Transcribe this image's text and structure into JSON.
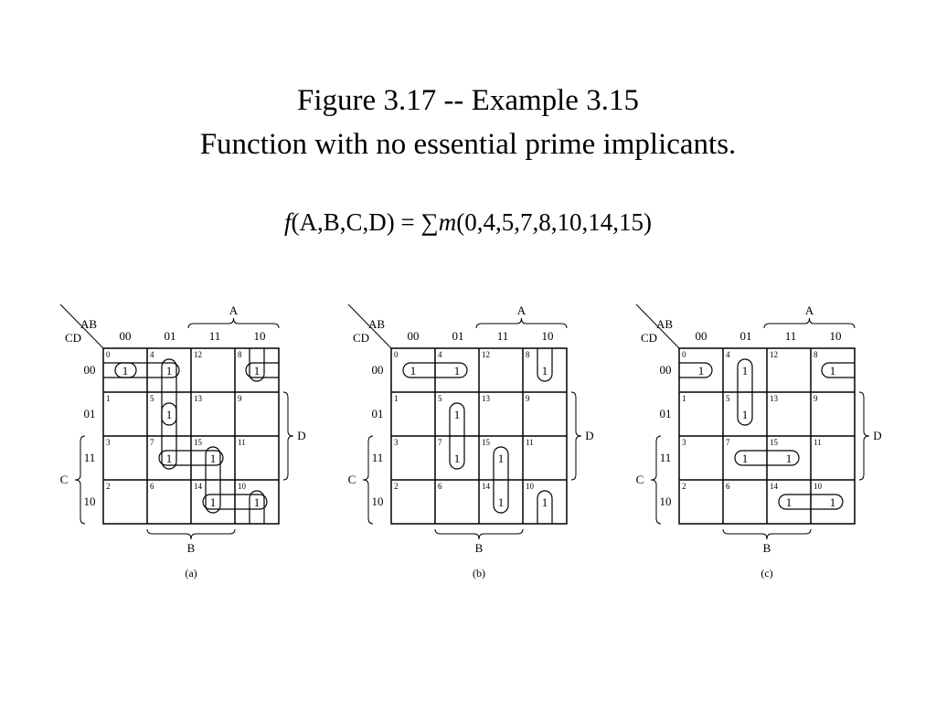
{
  "title_line1": "Figure 3.17 -- Example 3.15",
  "title_line2": "Function with no essential prime implicants.",
  "formula": {
    "f": "f",
    "args": "(A,B,C,D) = ",
    "sigma": "∑",
    "m": "m",
    "minterms": "(0,4,5,7,8,10,14,15)"
  },
  "kmap": {
    "row_var": "CD",
    "col_var": "AB",
    "col_codes": [
      "00",
      "01",
      "11",
      "10"
    ],
    "row_codes": [
      "00",
      "01",
      "11",
      "10"
    ],
    "cell_indices": [
      [
        "0",
        "4",
        "12",
        "8"
      ],
      [
        "1",
        "5",
        "13",
        "9"
      ],
      [
        "3",
        "7",
        "15",
        "11"
      ],
      [
        "2",
        "6",
        "14",
        "10"
      ]
    ],
    "ones": [
      [
        0,
        0
      ],
      [
        0,
        1
      ],
      [
        0,
        3
      ],
      [
        1,
        1
      ],
      [
        2,
        1
      ],
      [
        2,
        2
      ],
      [
        3,
        2
      ],
      [
        3,
        3
      ]
    ],
    "one_label": "1",
    "var_labels": {
      "A": "A",
      "B": "B",
      "C": "C",
      "D": "D"
    }
  },
  "maps": [
    {
      "caption": "(a)",
      "groups": [
        {
          "cells": [
            [
              0,
              0
            ],
            [
              0,
              1
            ]
          ],
          "wrap": "none"
        },
        {
          "cells": [
            [
              0,
              1
            ],
            [
              1,
              1
            ]
          ],
          "wrap": "none"
        },
        {
          "cells": [
            [
              1,
              1
            ],
            [
              2,
              1
            ]
          ],
          "wrap": "none"
        },
        {
          "cells": [
            [
              2,
              1
            ],
            [
              2,
              2
            ]
          ],
          "wrap": "none"
        },
        {
          "cells": [
            [
              2,
              2
            ],
            [
              3,
              2
            ]
          ],
          "wrap": "none"
        },
        {
          "cells": [
            [
              3,
              2
            ],
            [
              3,
              3
            ]
          ],
          "wrap": "none"
        },
        {
          "cells": [
            [
              0,
              3
            ],
            [
              3,
              3
            ]
          ],
          "wrap": "vertical"
        },
        {
          "cells": [
            [
              0,
              0
            ],
            [
              0,
              3
            ]
          ],
          "wrap": "horizontal"
        }
      ]
    },
    {
      "caption": "(b)",
      "groups": [
        {
          "cells": [
            [
              0,
              0
            ],
            [
              0,
              1
            ]
          ],
          "wrap": "none"
        },
        {
          "cells": [
            [
              1,
              1
            ],
            [
              2,
              1
            ]
          ],
          "wrap": "none"
        },
        {
          "cells": [
            [
              2,
              2
            ],
            [
              3,
              2
            ]
          ],
          "wrap": "none"
        },
        {
          "cells": [
            [
              0,
              3
            ],
            [
              3,
              3
            ]
          ],
          "wrap": "vertical"
        }
      ]
    },
    {
      "caption": "(c)",
      "groups": [
        {
          "cells": [
            [
              0,
              1
            ],
            [
              1,
              1
            ]
          ],
          "wrap": "none"
        },
        {
          "cells": [
            [
              2,
              1
            ],
            [
              2,
              2
            ]
          ],
          "wrap": "none"
        },
        {
          "cells": [
            [
              3,
              2
            ],
            [
              3,
              3
            ]
          ],
          "wrap": "none"
        },
        {
          "cells": [
            [
              0,
              0
            ],
            [
              0,
              3
            ]
          ],
          "wrap": "horizontal"
        }
      ]
    }
  ]
}
